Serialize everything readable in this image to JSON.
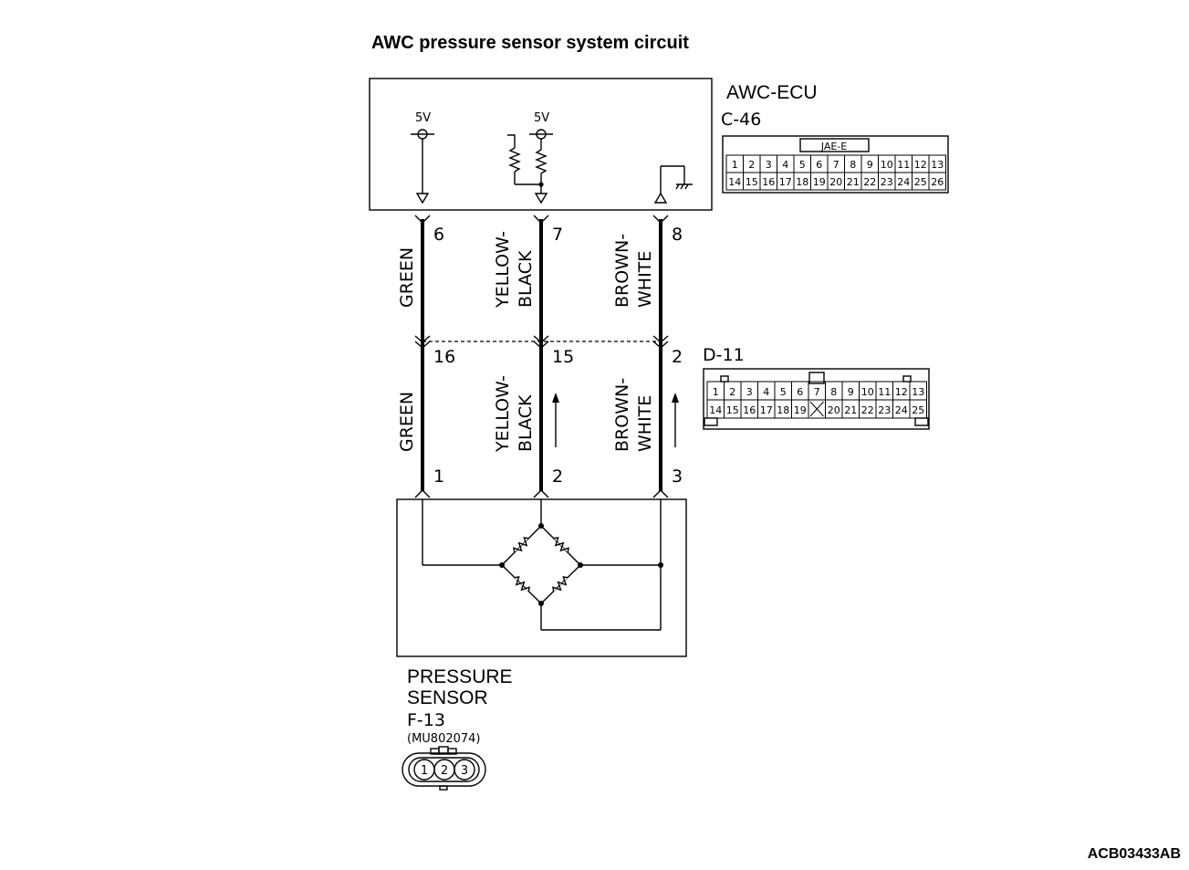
{
  "title": "AWC pressure sensor system circuit",
  "ecu": {
    "name": "AWC-ECU",
    "connector": "C-46",
    "jae_label": "JAE-E",
    "cells_top": [
      "1",
      "2",
      "3",
      "4",
      "5",
      "6",
      "7",
      "8",
      "9",
      "10",
      "11",
      "12",
      "13"
    ],
    "cells_bottom": [
      "14",
      "15",
      "16",
      "17",
      "18",
      "19",
      "20",
      "21",
      "22",
      "23",
      "24",
      "25",
      "26"
    ],
    "supply_label_1": "5V",
    "supply_label_2": "5V"
  },
  "wires": [
    {
      "ecu_pin": "6",
      "mid_pin": "16",
      "sensor_pin": "1",
      "color_upper": [
        "GREEN"
      ],
      "color_lower": [
        "GREEN"
      ]
    },
    {
      "ecu_pin": "7",
      "mid_pin": "15",
      "sensor_pin": "2",
      "color_upper": [
        "YELLOW-",
        "BLACK"
      ],
      "color_lower": [
        "YELLOW-",
        "BLACK"
      ]
    },
    {
      "ecu_pin": "8",
      "mid_pin": "2",
      "sensor_pin": "3",
      "color_upper": [
        "BROWN-",
        "WHITE"
      ],
      "color_lower": [
        "BROWN-",
        "WHITE"
      ]
    }
  ],
  "mid_connector": {
    "name": "D-11",
    "cells_top": [
      "1",
      "2",
      "3",
      "4",
      "5",
      "6",
      "7",
      "8",
      "9",
      "10",
      "11",
      "12",
      "13"
    ],
    "cells_bottom": [
      "14",
      "15",
      "16",
      "17",
      "18",
      "19",
      "",
      "20",
      "21",
      "22",
      "23",
      "24",
      "25"
    ]
  },
  "sensor": {
    "name_line1": "PRESSURE",
    "name_line2": "SENSOR",
    "connector": "F-13",
    "part_number": "(MU802074)",
    "pins": [
      "1",
      "2",
      "3"
    ]
  },
  "figure_code": "ACB03433AB"
}
